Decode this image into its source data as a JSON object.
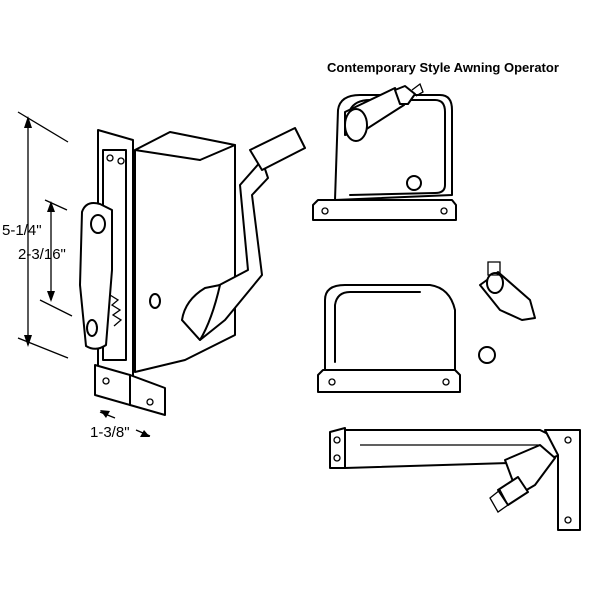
{
  "diagram": {
    "title": "Contemporary Style Awning Operator",
    "dimensions": {
      "overall_height": "5-1/4\"",
      "hole_spacing": "2-3/16\"",
      "base_width": "1-3/8\""
    },
    "line_color": "#000000",
    "background": "#ffffff"
  }
}
